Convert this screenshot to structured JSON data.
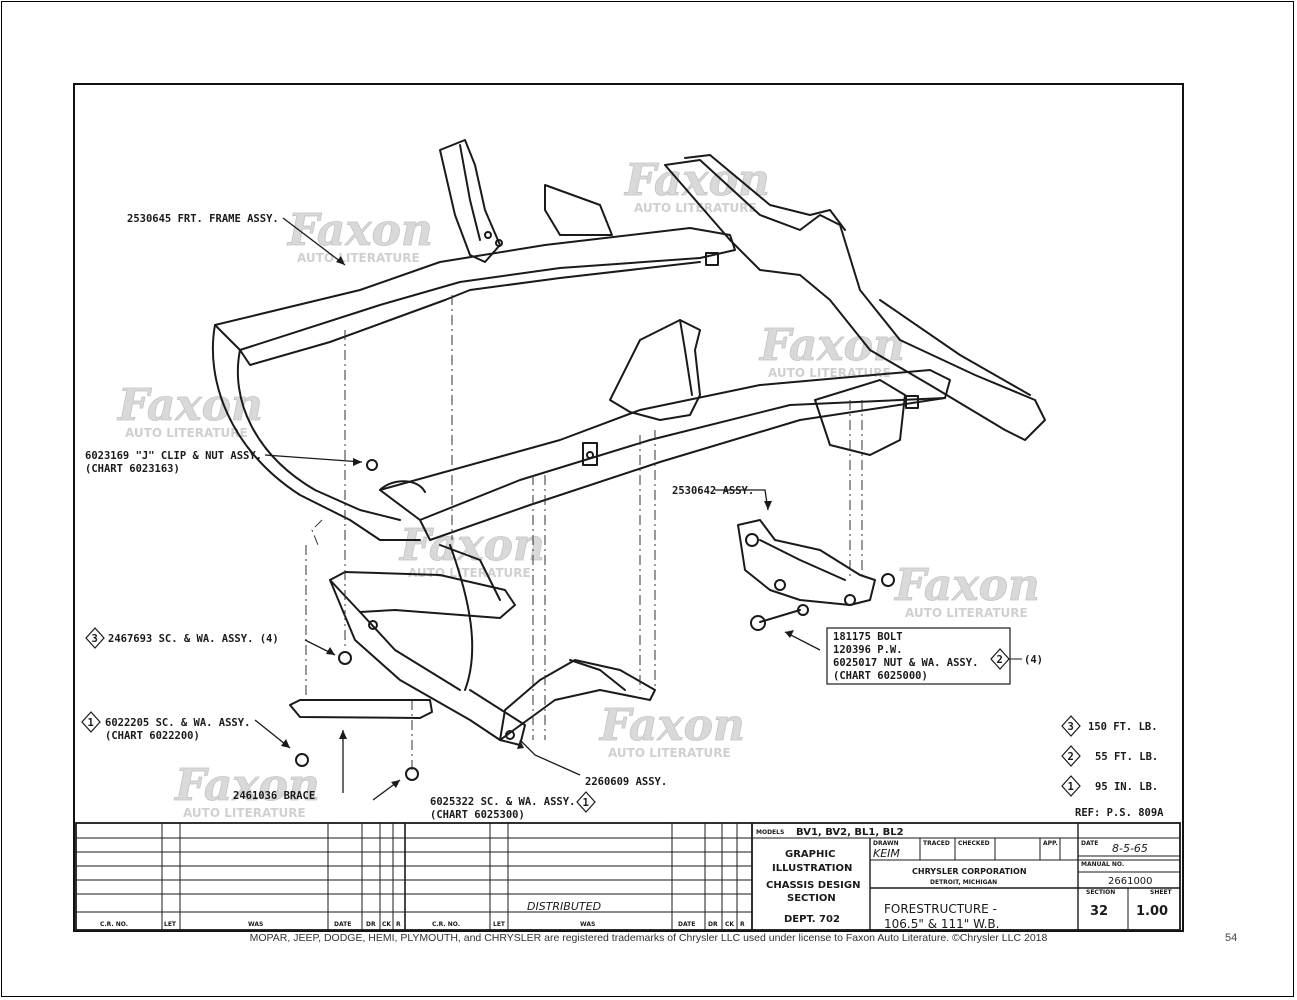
{
  "callouts": {
    "frt_frame": "2530645 FRT. FRAME ASSY.",
    "j_clip": "6023169 \"J\" CLIP & NUT ASSY.",
    "j_clip_chart": "(CHART 6023163)",
    "assy_2530642": "2530642 ASSY.",
    "sc_2467693": "2467693 SC. & WA. ASSY. (4)",
    "sc_2467693_mark": "3",
    "bolt": "181175 BOLT",
    "pw": "120396 P.W.",
    "nut": "6025017 NUT & WA. ASSY.",
    "nut_mark": "2",
    "nut_qty": "(4)",
    "nut_chart": "(CHART 6025000)",
    "sc_6022205": "6022205 SC. & WA. ASSY.",
    "sc_6022205_mark": "1",
    "sc_6022205_chart": "(CHART 6022200)",
    "assy_2260609": "2260609 ASSY.",
    "brace": "2461036 BRACE",
    "sc_6025322": "6025322 SC. & WA. ASSY.",
    "sc_6025322_mark": "1",
    "sc_6025322_chart": "(CHART 6025300)"
  },
  "torque": [
    {
      "mark": "3",
      "text": "150 FT. LB."
    },
    {
      "mark": "2",
      "text": "55 FT. LB."
    },
    {
      "mark": "1",
      "text": "95 IN. LB."
    }
  ],
  "ref": "REF: P.S. 809A",
  "watermark": {
    "brand": "Faxon",
    "sub": "AUTO LITERATURE"
  },
  "title_block": {
    "distributed": "DISTRIBUTED",
    "rev_headers": [
      "C.R. NO.",
      "LET",
      "WAS",
      "DATE",
      "DR",
      "CK",
      "R",
      "C.R. NO.",
      "LET",
      "WAS",
      "DATE",
      "DR",
      "CK",
      "R"
    ],
    "graphic": [
      "GRAPHIC",
      "ILLUSTRATION"
    ],
    "chassis": [
      "CHASSIS DESIGN",
      "SECTION"
    ],
    "dept": "DEPT. 702",
    "models_label": "MODELS",
    "models": "BV1, BV2, BL1, BL2",
    "drawn_label": "DRAWN",
    "drawn": "KEIM",
    "traced_label": "TRACED",
    "checked_label": "CHECKED",
    "app_label": "APP.",
    "date_label": "DATE",
    "date": "8-5-65",
    "company": "CHRYSLER CORPORATION",
    "city": "DETROIT, MICHIGAN",
    "manual_label": "MANUAL NO.",
    "manual": "2661000",
    "title1": "FORESTRUCTURE -",
    "title2": "106.5\" & 111\" W.B.",
    "section_label": "SECTION",
    "section": "32",
    "sheet_label": "SHEET",
    "sheet": "1.00"
  },
  "footer": "MOPAR, JEEP, DODGE, HEMI, PLYMOUTH, and CHRYSLER are registered trademarks of Chrysler LLC used under license to Faxon Auto Literature. ©Chrysler LLC 2018",
  "page_number": "54"
}
